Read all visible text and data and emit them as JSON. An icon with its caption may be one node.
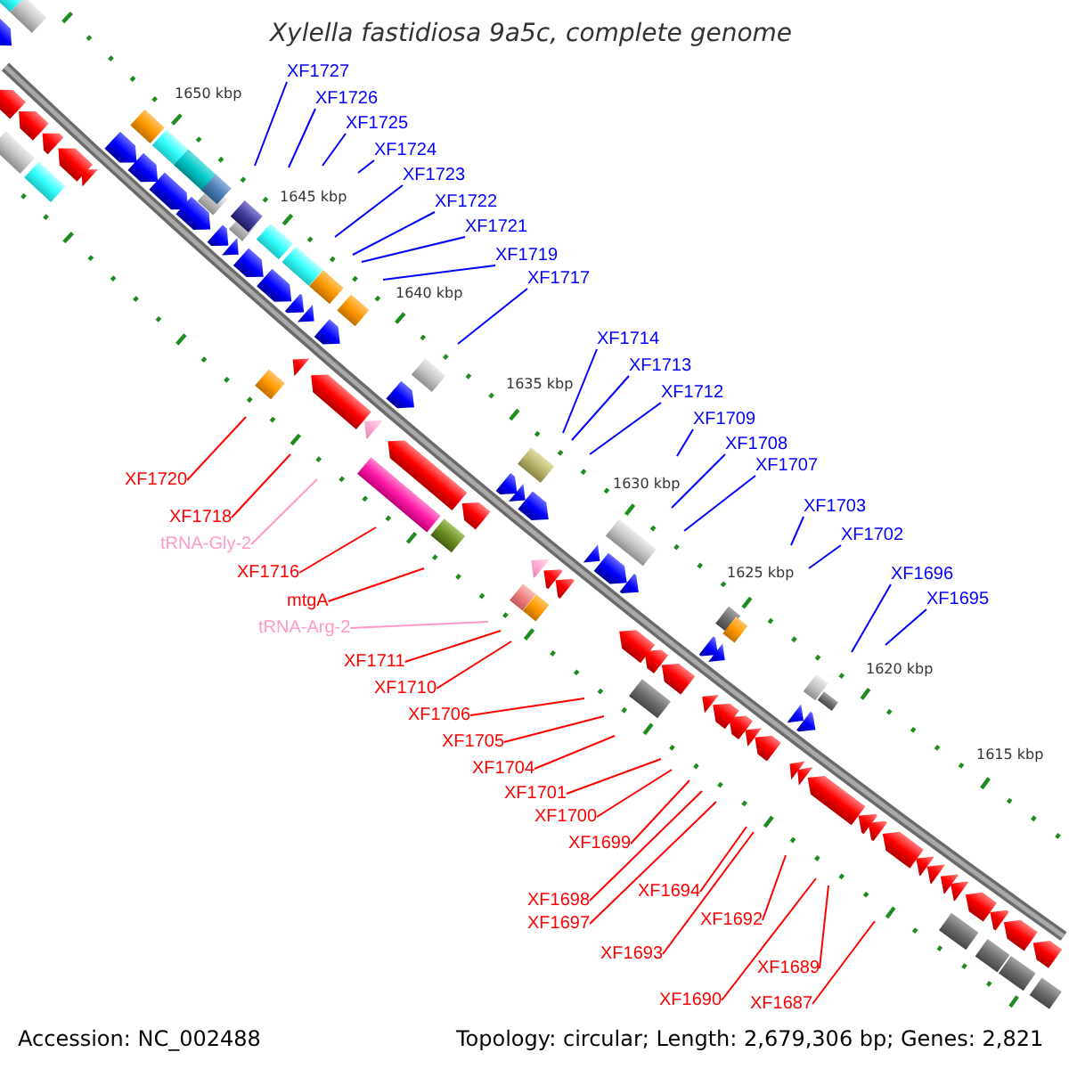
{
  "diagram": {
    "title": "Xylella fastidiosa 9a5c, complete genome",
    "nodes": [
      {
        "text": [
          "XF1727"
        ]
      },
      {
        "text": [
          "XF1726"
        ]
      },
      {
        "text": [
          "XF1725"
        ]
      },
      {
        "text": [
          "XF1724"
        ]
      },
      {
        "text": [
          "XF1723"
        ]
      },
      {
        "text": [
          "XF1722"
        ]
      },
      {
        "text": [
          "XF1721"
        ]
      },
      {
        "text": [
          "XF1719"
        ]
      },
      {
        "text": [
          "XF1717"
        ]
      },
      {
        "text": [
          "XF1714"
        ]
      },
      {
        "text": [
          "XF1713"
        ]
      },
      {
        "text": [
          "XF1712"
        ]
      },
      {
        "text": [
          "XF1709"
        ]
      },
      {
        "text": [
          "XF1708"
        ]
      },
      {
        "text": [
          "XF1707"
        ]
      },
      {
        "text": [
          "XF1703"
        ]
      },
      {
        "text": [
          "XF1702"
        ]
      },
      {
        "text": [
          "XF1696"
        ]
      },
      {
        "text": [
          "XF1695"
        ]
      },
      {
        "text": [
          "XF1720"
        ]
      },
      {
        "text": [
          "XF1718"
        ]
      },
      {
        "text": [
          "tRNA-Gly-2"
        ]
      },
      {
        "text": [
          "XF1716"
        ]
      },
      {
        "text": [
          "mtgA"
        ]
      },
      {
        "text": [
          "tRNA-Arg-2"
        ]
      },
      {
        "text": [
          "XF1711"
        ]
      },
      {
        "text": [
          "XF1710"
        ]
      },
      {
        "text": [
          "XF1706"
        ]
      },
      {
        "text": [
          "XF1705"
        ]
      },
      {
        "text": [
          "XF1704"
        ]
      },
      {
        "text": [
          "XF1701"
        ]
      },
      {
        "text": [
          "XF1700"
        ]
      },
      {
        "text": [
          "XF1699"
        ]
      },
      {
        "text": [
          "XF1698"
        ]
      },
      {
        "text": [
          "XF1697"
        ]
      },
      {
        "text": [
          "XF1694"
        ]
      },
      {
        "text": [
          "XF1693"
        ]
      },
      {
        "text": [
          "XF1692"
        ]
      },
      {
        "text": [
          "XF1689"
        ]
      },
      {
        "text": [
          "XF1690"
        ]
      },
      {
        "text": [
          "XF1687"
        ]
      }
    ],
    "edges": [
      {
        "from": 0,
        "to": null,
        "arrow": "none",
        "color": "#0000ff"
      },
      {
        "from": 1,
        "to": null,
        "arrow": "none",
        "color": "#0000ff"
      },
      {
        "from": 2,
        "to": null,
        "arrow": "none",
        "color": "#0000ff"
      },
      {
        "from": 3,
        "to": null,
        "arrow": "none",
        "color": "#0000ff"
      },
      {
        "from": 4,
        "to": null,
        "arrow": "none",
        "color": "#0000ff"
      },
      {
        "from": 5,
        "to": null,
        "arrow": "none",
        "color": "#0000ff"
      },
      {
        "from": 6,
        "to": null,
        "arrow": "none",
        "color": "#0000ff"
      },
      {
        "from": 7,
        "to": null,
        "arrow": "none",
        "color": "#0000ff"
      },
      {
        "from": 8,
        "to": null,
        "arrow": "none",
        "color": "#0000ff"
      },
      {
        "from": 9,
        "to": null,
        "arrow": "none",
        "color": "#0000ff"
      },
      {
        "from": 10,
        "to": null,
        "arrow": "none",
        "color": "#0000ff"
      },
      {
        "from": 11,
        "to": null,
        "arrow": "none",
        "color": "#0000ff"
      },
      {
        "from": 12,
        "to": null,
        "arrow": "none",
        "color": "#0000ff"
      },
      {
        "from": 13,
        "to": null,
        "arrow": "none",
        "color": "#0000ff"
      },
      {
        "from": 14,
        "to": null,
        "arrow": "none",
        "color": "#0000ff"
      },
      {
        "from": 15,
        "to": null,
        "arrow": "none",
        "color": "#0000ff"
      },
      {
        "from": 16,
        "to": null,
        "arrow": "none",
        "color": "#0000ff"
      },
      {
        "from": 17,
        "to": null,
        "arrow": "none",
        "color": "#0000ff"
      },
      {
        "from": 18,
        "to": null,
        "arrow": "none",
        "color": "#0000ff"
      },
      {
        "from": 19,
        "to": null,
        "arrow": "none"
      },
      {
        "from": 20,
        "to": null,
        "arrow": "none"
      },
      {
        "from": 21,
        "to": null,
        "arrow": "none",
        "color": "#ff99cc"
      },
      {
        "from": 22,
        "to": null,
        "arrow": "none"
      },
      {
        "from": 23,
        "to": null,
        "arrow": "none"
      },
      {
        "from": 24,
        "to": null,
        "arrow": "none",
        "color": "#ff99cc"
      },
      {
        "from": 25,
        "to": null,
        "arrow": "none"
      },
      {
        "from": 26,
        "to": null,
        "arrow": "none"
      },
      {
        "from": 27,
        "to": null,
        "arrow": "none"
      },
      {
        "from": 28,
        "to": null,
        "arrow": "none"
      },
      {
        "from": 29,
        "to": null,
        "arrow": "none"
      },
      {
        "from": 30,
        "to": null,
        "arrow": "none"
      },
      {
        "from": 31,
        "to": null,
        "arrow": "none"
      },
      {
        "from": 32,
        "to": null,
        "arrow": "none"
      },
      {
        "from": 33,
        "to": null,
        "arrow": "none"
      },
      {
        "from": 34,
        "to": null,
        "arrow": "none"
      },
      {
        "from": 35,
        "to": null,
        "arrow": "none"
      },
      {
        "from": 36,
        "to": null,
        "arrow": "none"
      },
      {
        "from": 37,
        "to": null,
        "arrow": "none"
      },
      {
        "from": 38,
        "to": null,
        "arrow": "none"
      },
      {
        "from": 39,
        "to": null,
        "arrow": "none"
      },
      {
        "from": 40,
        "to": null,
        "arrow": "none"
      }
    ],
    "labels": [
      "1650 kbp",
      "1645 kbp",
      "1640 kbp",
      "1635 kbp",
      "1630 kbp",
      "1625 kbp",
      "1620 kbp",
      "1615 kbp",
      "Accession: NC_002488",
      "Topology: circular; Length: 2,679,306 bp; Genes: 2,821"
    ]
  }
}
